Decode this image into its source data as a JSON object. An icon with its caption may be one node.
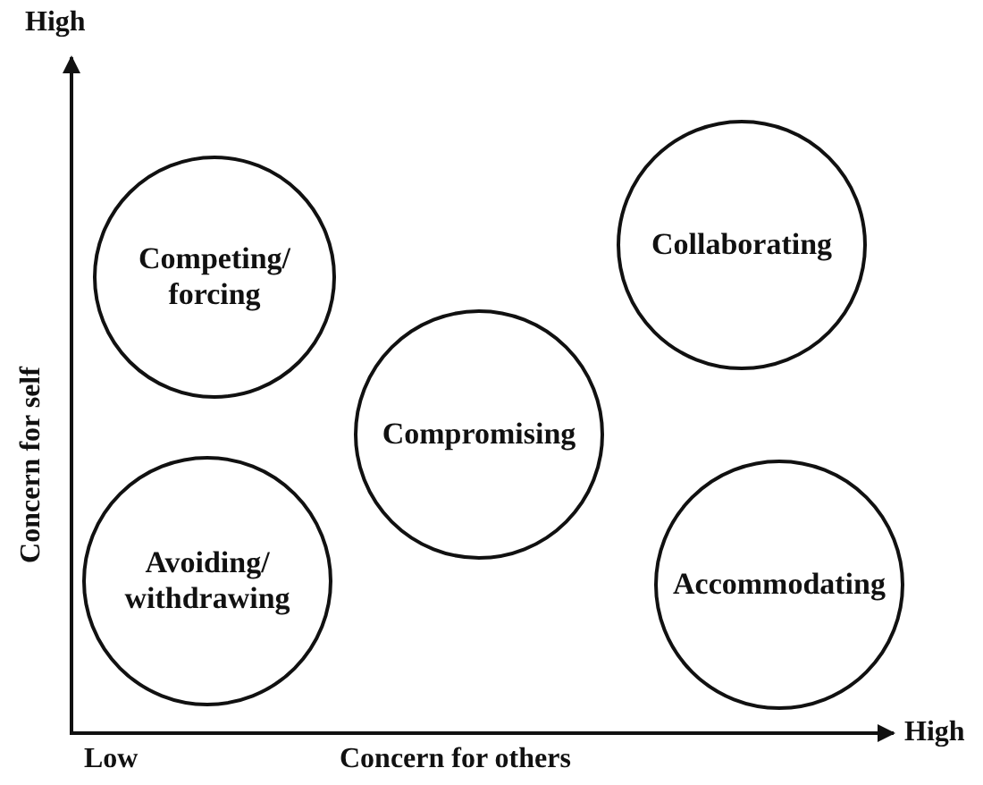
{
  "diagram": {
    "nodes": [
      {
        "text": [
          "Competing/ forcing"
        ]
      },
      {
        "text": [
          "Collaborating"
        ]
      },
      {
        "text": [
          "Compromising"
        ]
      },
      {
        "text": [
          "Avoiding/ withdrawing"
        ]
      },
      {
        "text": [
          "Accommodating"
        ]
      }
    ],
    "edges": [],
    "labels": [
      "High",
      "Concern for self",
      "Low",
      "Concern for others",
      "High"
    ]
  }
}
